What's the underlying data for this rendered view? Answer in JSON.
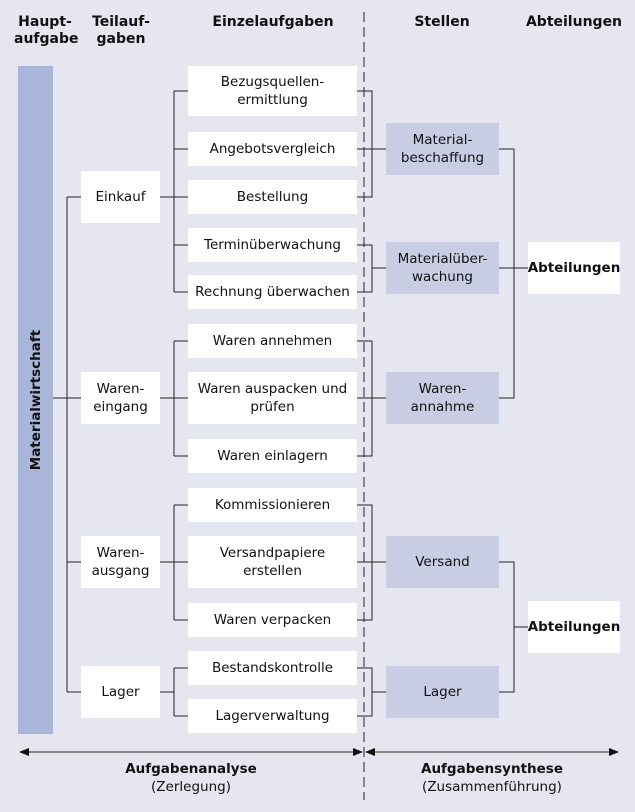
{
  "headers": {
    "haupt": [
      "Haupt-",
      "aufgabe"
    ],
    "teil": [
      "Teilauf-",
      "gaben"
    ],
    "einzel": "Einzelaufgaben",
    "stellen": "Stellen",
    "abteilungen": "Abteilungen"
  },
  "hauptaufgabe": "Materialwirtschaft",
  "teilaufgaben": {
    "einkauf": "Einkauf",
    "wareneingang": [
      "Waren-",
      "eingang"
    ],
    "warenausgang": [
      "Waren-",
      "ausgang"
    ],
    "lager": "Lager"
  },
  "einzelaufgaben": {
    "bezugsquellen": [
      "Bezugsquellen-",
      "ermittlung"
    ],
    "angebotsvergleich": "Angebotsvergleich",
    "bestellung": "Bestellung",
    "terminueberwachung": "Terminüberwachung",
    "rechnung": "Rechnung überwachen",
    "annehmen": "Waren annehmen",
    "auspacken": [
      "Waren auspacken und",
      "prüfen"
    ],
    "einlagern": "Waren einlagern",
    "kommissionieren": "Kommissionieren",
    "versandpapiere": [
      "Versandpapiere",
      "erstellen"
    ],
    "verpacken": "Waren verpacken",
    "bestandskontrolle": "Bestandskontrolle",
    "lagerverwaltung": "Lagerverwaltung"
  },
  "stellen": {
    "beschaffung": [
      "Material-",
      "beschaffung"
    ],
    "ueberwachung": [
      "Materialüber-",
      "wachung"
    ],
    "annahme": [
      "Waren-",
      "annahme"
    ],
    "versand": "Versand",
    "lager": "Lager"
  },
  "abteilungen": {
    "a1": "Abteilungen",
    "a2": "Abteilungen"
  },
  "footer": {
    "analyse_title": "Aufgabenanalyse",
    "analyse_sub": "(Zerlegung)",
    "synthese_title": "Aufgabensynthese",
    "synthese_sub": "(Zusammenführung)"
  }
}
